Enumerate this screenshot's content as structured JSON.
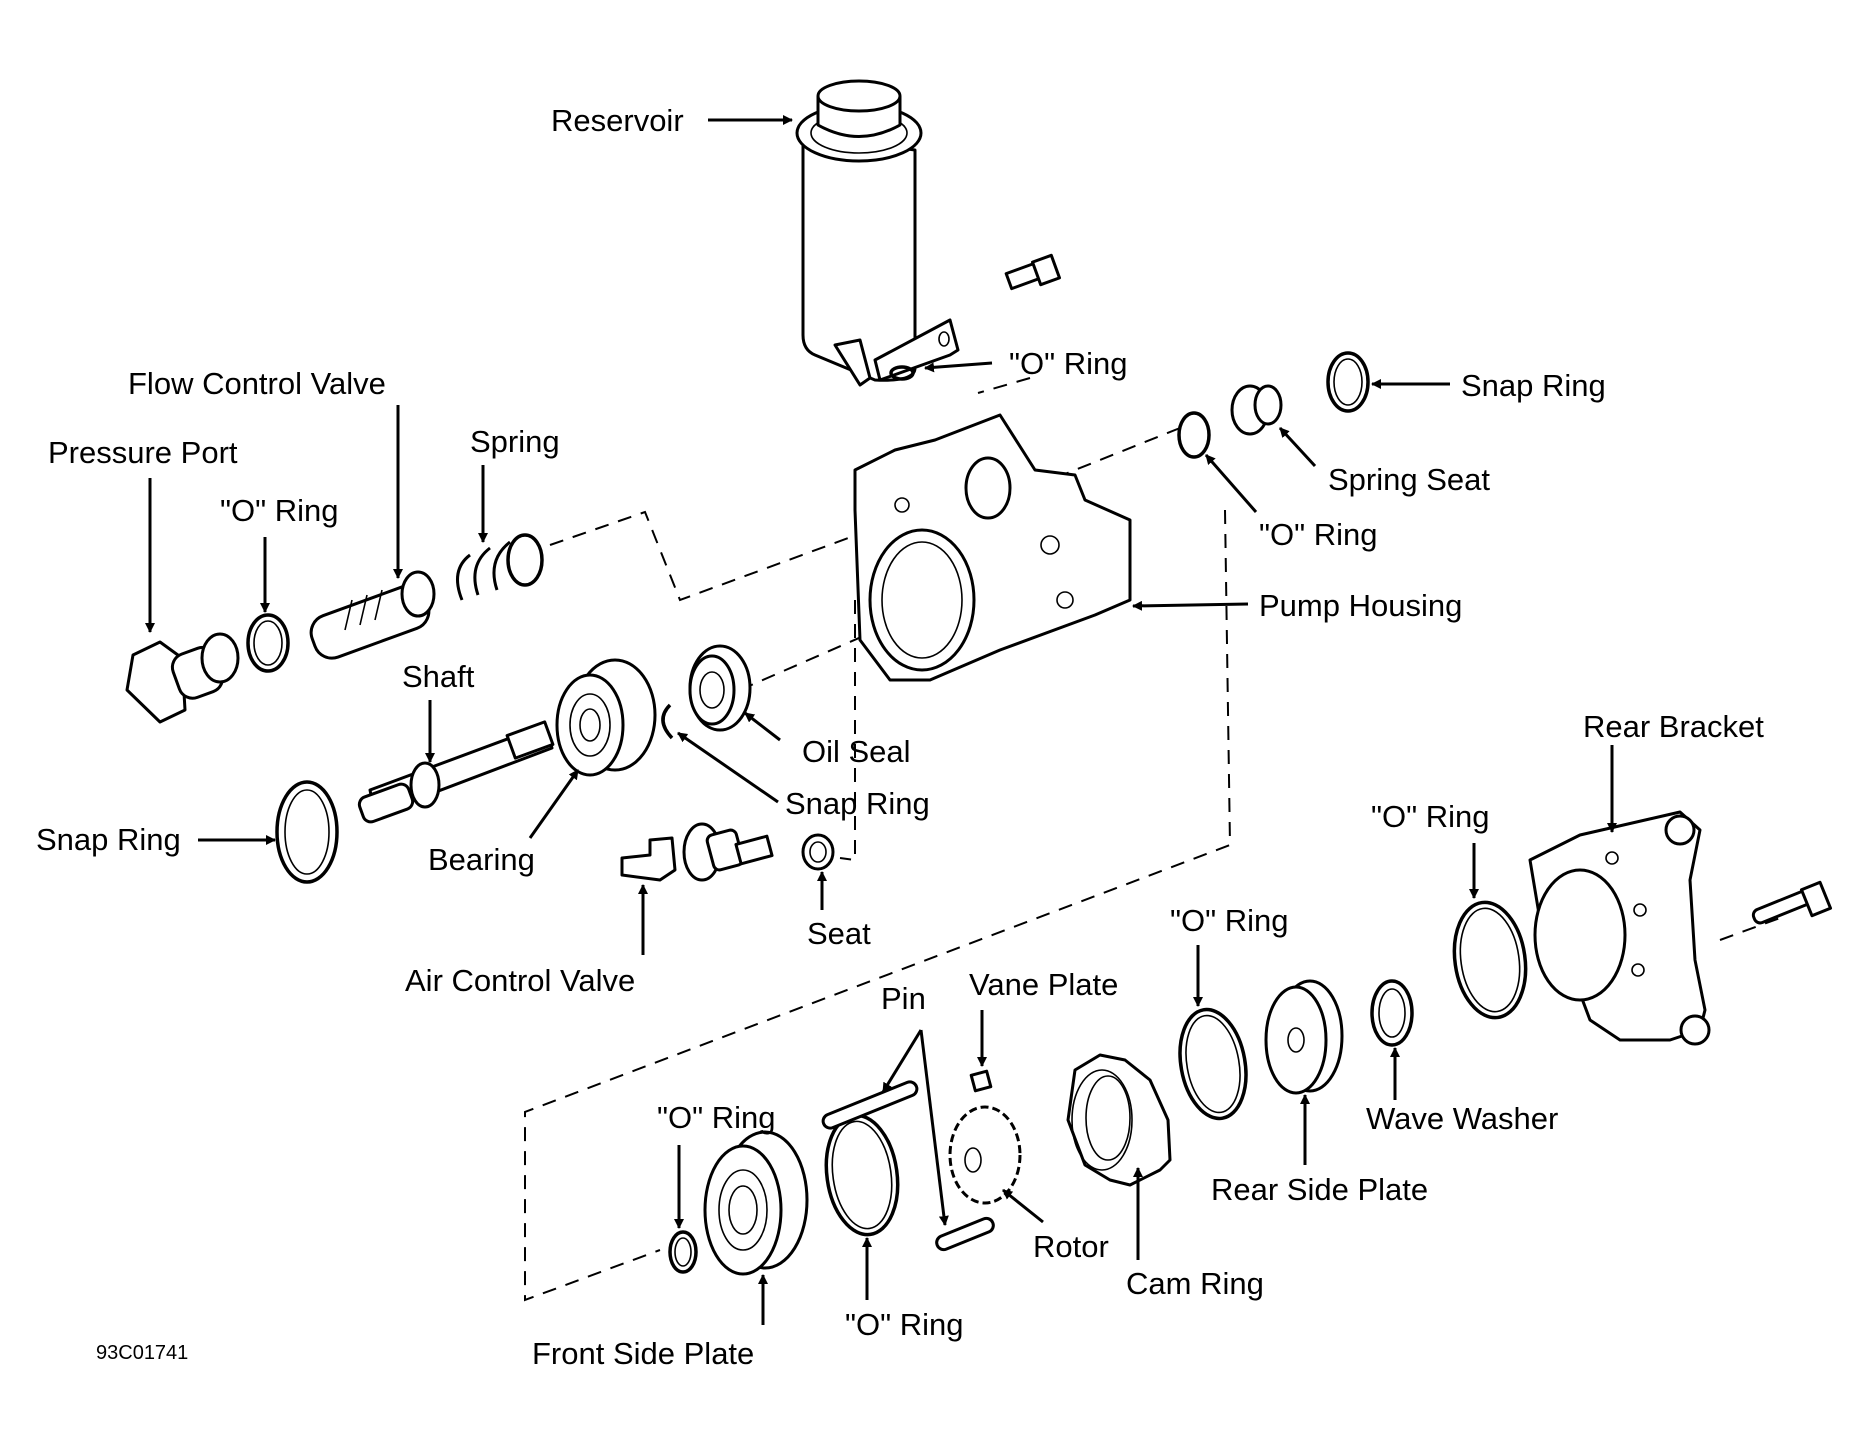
{
  "figure": {
    "code": "93C01741",
    "ink_color": "#000000",
    "background_color": "#ffffff"
  },
  "labels": {
    "reservoir": "Reservoir",
    "o_ring_reservoir": "\"O\" Ring",
    "snap_ring_top": "Snap Ring",
    "flow_control_valve": "Flow Control Valve",
    "pressure_port": "Pressure Port",
    "spring": "Spring",
    "o_ring_pressure_port": "\"O\" Ring",
    "spring_seat": "Spring Seat",
    "o_ring_housing": "\"O\" Ring",
    "pump_housing": "Pump Housing",
    "shaft": "Shaft",
    "oil_seal": "Oil Seal",
    "rear_bracket": "Rear Bracket",
    "snap_ring_oil_seal": "Snap Ring",
    "o_ring_rear_bracket": "\"O\" Ring",
    "snap_ring_left": "Snap Ring",
    "bearing": "Bearing",
    "seat": "Seat",
    "o_ring_cam": "\"O\" Ring",
    "air_control_valve": "Air Control Valve",
    "pin": "Pin",
    "vane_plate": "Vane Plate",
    "wave_washer": "Wave Washer",
    "o_ring_front_small": "\"O\" Ring",
    "rear_side_plate": "Rear Side Plate",
    "rotor": "Rotor",
    "cam_ring": "Cam Ring",
    "o_ring_front_large": "\"O\" Ring",
    "front_side_plate": "Front Side Plate"
  }
}
